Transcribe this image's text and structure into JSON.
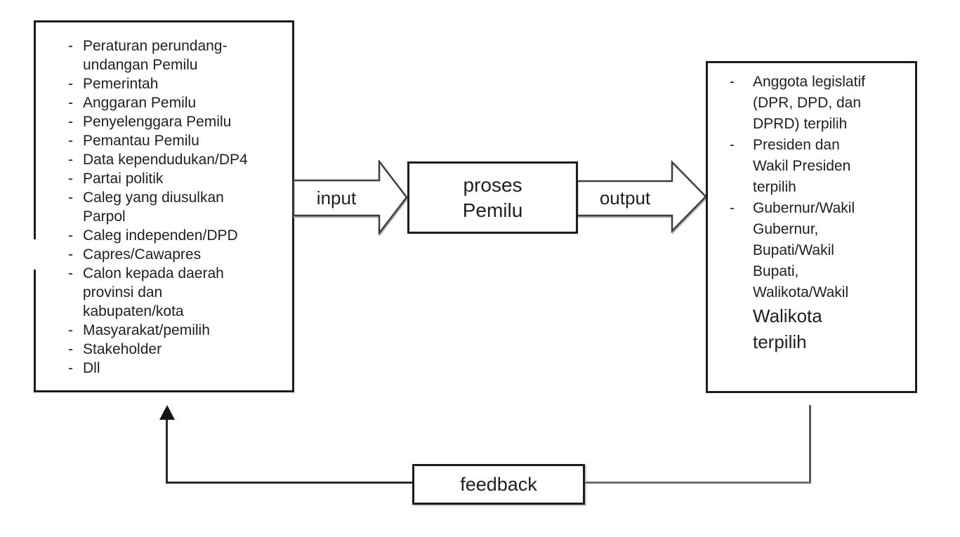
{
  "diagram": {
    "bullet": "-",
    "colors": {
      "line": "#1c1c1c",
      "text": "#1f1f1f",
      "background": "#ffffff",
      "arrow_outline": "#3d3d3d",
      "shadow": "#ababab",
      "feedback_line_right": "#6e6e6e",
      "feedback_line_left": "#2a2a2a"
    },
    "input_box": {
      "items": [
        "Peraturan perundang-undangan Pemilu",
        "Pemerintah",
        "Anggaran Pemilu",
        "Penyelenggara Pemilu",
        "Pemantau Pemilu",
        "Data kependudukan/DP4",
        "Partai politik",
        "Caleg yang diusulkan Parpol",
        "Caleg independen/DPD",
        "Capres/Cawapres",
        "Calon kepada daerah provinsi dan kabupaten/kota",
        "Masyarakat/pemilih",
        "Stakeholder",
        "Dll"
      ]
    },
    "process_box": {
      "label_lines": [
        "proses",
        "Pemilu"
      ]
    },
    "output_box": {
      "items": [
        {
          "text": "Anggota legislatif (DPR, DPD, dan DPRD) terpilih"
        },
        {
          "text": "Presiden dan Wakil Presiden terpilih"
        },
        {
          "text": "Gubernur/Wakil Gubernur, Bupati/Wakil Bupati, Walikota/Wakil",
          "text_large": "Walikota terpilih"
        }
      ]
    },
    "labels": {
      "input": "input",
      "output": "output",
      "feedback": "feedback"
    }
  }
}
